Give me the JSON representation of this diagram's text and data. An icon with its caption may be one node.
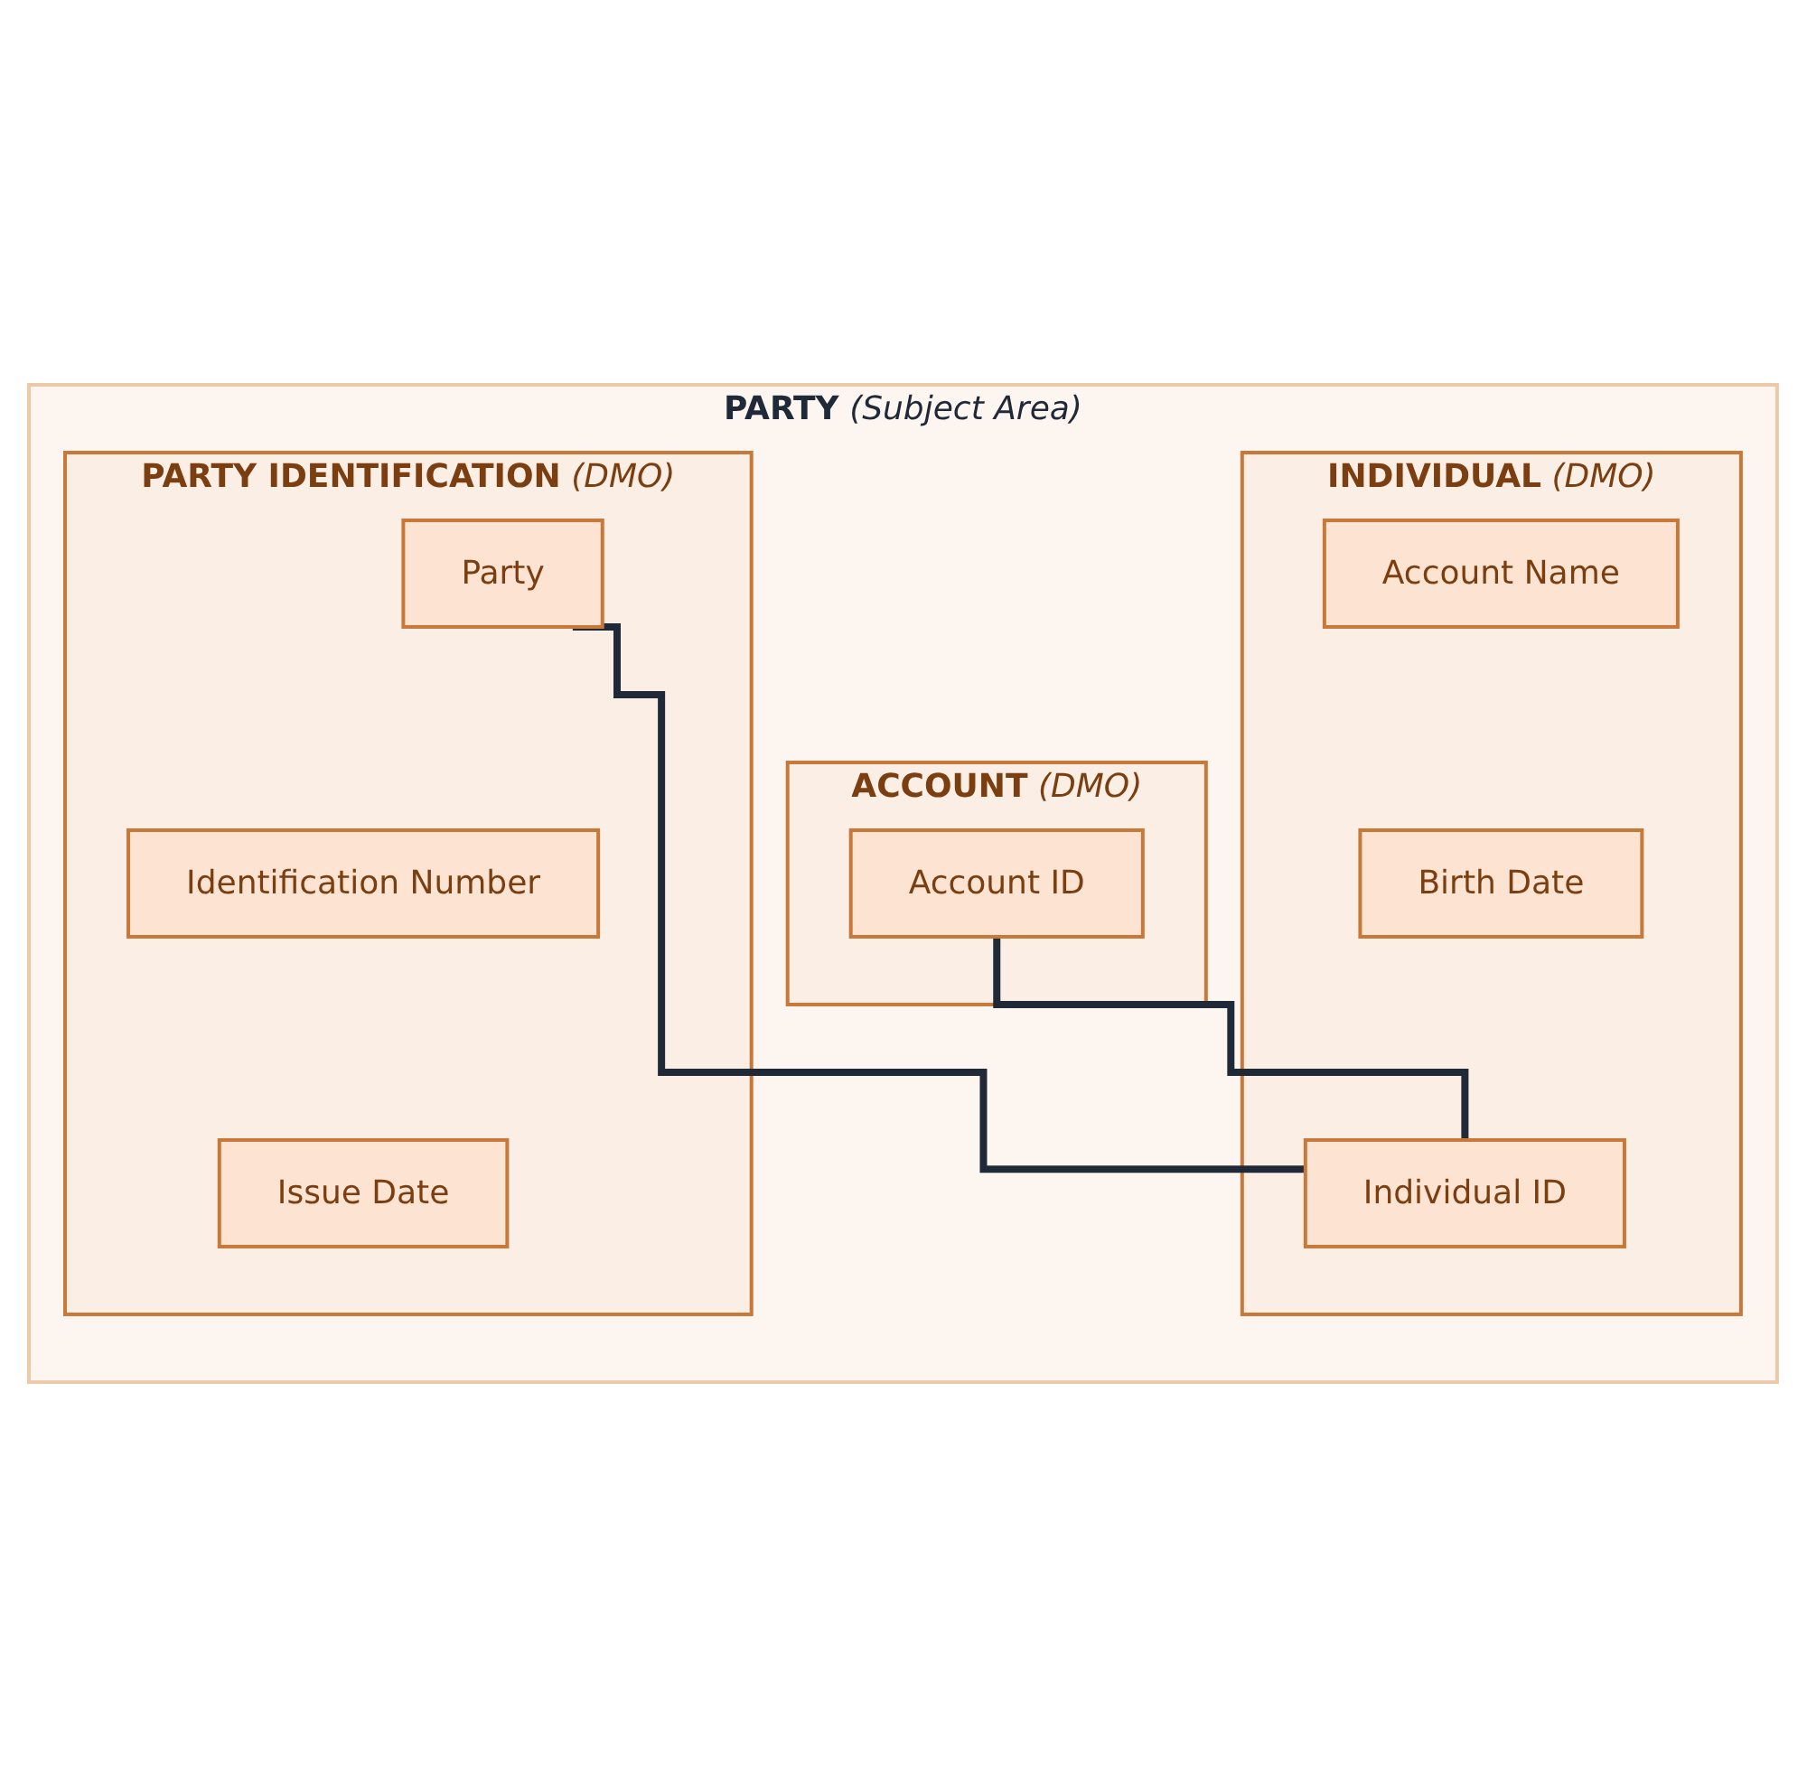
{
  "diagram": {
    "nodes": [
      {
        "text": [
          "PARTY",
          "(Subject Area)"
        ]
      },
      {
        "text": [
          "PARTY IDENTIFICATION",
          "(DMO)"
        ],
        "in": 0
      },
      {
        "text": [
          "Party"
        ],
        "in": 1
      },
      {
        "text": [
          "Identification Number"
        ],
        "in": 1
      },
      {
        "text": [
          "Issue Date"
        ],
        "in": 1
      },
      {
        "text": [
          "INDIVIDUAL",
          "(DMO)"
        ],
        "in": 0
      },
      {
        "text": [
          "Account Name"
        ],
        "in": 5
      },
      {
        "text": [
          "Birth Date"
        ],
        "in": 5
      },
      {
        "text": [
          "Individual ID"
        ],
        "in": 5
      },
      {
        "text": [
          "ACCOUNT",
          "(DMO)"
        ],
        "in": 0
      },
      {
        "text": [
          "Account ID"
        ],
        "in": 9
      }
    ],
    "edges": [
      {
        "from": 2,
        "to": 8,
        "arrow": "none"
      },
      {
        "from": 10,
        "to": 8,
        "arrow": "none"
      }
    ]
  }
}
